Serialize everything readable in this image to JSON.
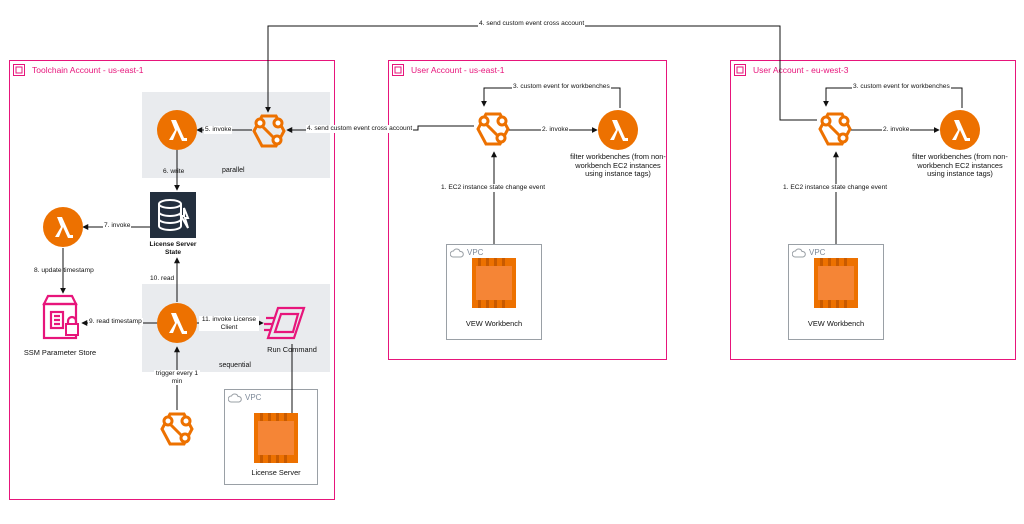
{
  "accounts": {
    "toolchain": {
      "title": "Toolchain Account - us-east-1"
    },
    "user1": {
      "title": "User Account - us-east-1"
    },
    "user2": {
      "title": "User Account - eu-west-3"
    }
  },
  "groups": {
    "parallel": "parallel",
    "sequential": "sequential"
  },
  "vpc_label": "VPC",
  "edges": {
    "cross_account_top": "4. send custom event cross account",
    "cross_account_mid": "4. send custom event cross account",
    "invoke_5": "5. invoke",
    "write_6": "6. write",
    "invoke_7": "7. invoke",
    "update_8": "8. update timestamp",
    "read_9": "9. read timestamp",
    "read_10": "10. read",
    "invoke_11": "11. invoke License Client",
    "trigger": "trigger every 1 min",
    "u1_custom": "3. custom event for workbenches",
    "u1_invoke": "2. invoke",
    "u1_state": "1. EC2 instance state change event",
    "u2_custom": "3. custom event for workbenches",
    "u2_invoke": "2. invoke",
    "u2_state": "1. EC2 instance state change event"
  },
  "nodes": {
    "license_state": "License Server State",
    "ssm": "SSM Parameter Store",
    "run_command": "Run Command",
    "license_server": "License Server",
    "u1_filter": "filter workbenches (from non-workbench EC2 instances using instance tags)",
    "u1_workbench": "VEW Workbench",
    "u2_filter": "filter workbenches (from non-workbench EC2 instances using instance tags)",
    "u2_workbench": "VEW Workbench"
  },
  "colors": {
    "orange": "#ed7100",
    "pink": "#e7157b",
    "dark": "#232f3e",
    "group": "#e9ebee"
  }
}
